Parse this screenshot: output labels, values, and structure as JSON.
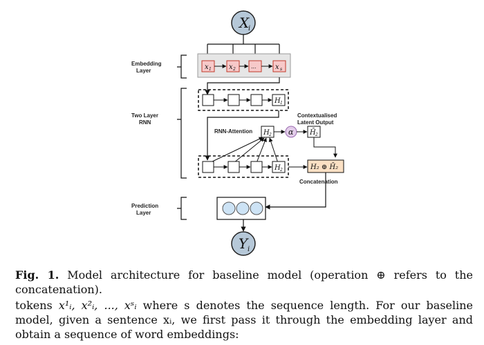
{
  "figure": {
    "input_node": "X",
    "input_sub": "i",
    "output_node": "Y",
    "output_sub": "i",
    "layer_labels": {
      "embedding": [
        "Embedding",
        "Layer"
      ],
      "rnn": [
        "Two Layer",
        "RNN"
      ],
      "prediction": [
        "Prediction",
        "Layer"
      ]
    },
    "embedding_tokens": [
      {
        "base": "x",
        "sub": "1"
      },
      {
        "base": "x",
        "sub": "2"
      },
      {
        "base": "...",
        "sub": ""
      },
      {
        "base": "x",
        "sub": "s"
      }
    ],
    "rnn_layer1_output": {
      "base": "H",
      "sub": "1"
    },
    "rnn_layer2_output": {
      "base": "H",
      "sub": "2"
    },
    "attention_label": "RNN-Attention",
    "attention_node": {
      "base": "H",
      "sub": "2"
    },
    "alpha_symbol": "α",
    "latent_output": {
      "base": "H̄",
      "sub": "2"
    },
    "latent_label": [
      "Contextualised",
      "Latent Output"
    ],
    "concat_node": "H₂ ⊕ H̄₂",
    "concat_label": "Concatenation",
    "colors": {
      "embedding_panel": "#e6e6e6",
      "token_fill": "#f7c9c9",
      "token_stroke": "#c0392b",
      "node_fill": "#b6c8d8",
      "alpha_fill": "#e3cdea",
      "concat_fill": "#fbe0c4",
      "prediction_circle": "#cde3f5"
    }
  },
  "caption": {
    "fig_label": "Fig. 1.",
    "fig_text": "Model architecture for baseline model (operation ⊕ refers to the concatenation).",
    "body_1": "tokens ",
    "body_tokens": "x¹ᵢ, x²ᵢ, ..., xˢᵢ",
    "body_2": " where s denotes the sequence length. For our baseline model, given a sentence xᵢ, we first pass it through the embedding layer and obtain a sequence of word embeddings:"
  }
}
